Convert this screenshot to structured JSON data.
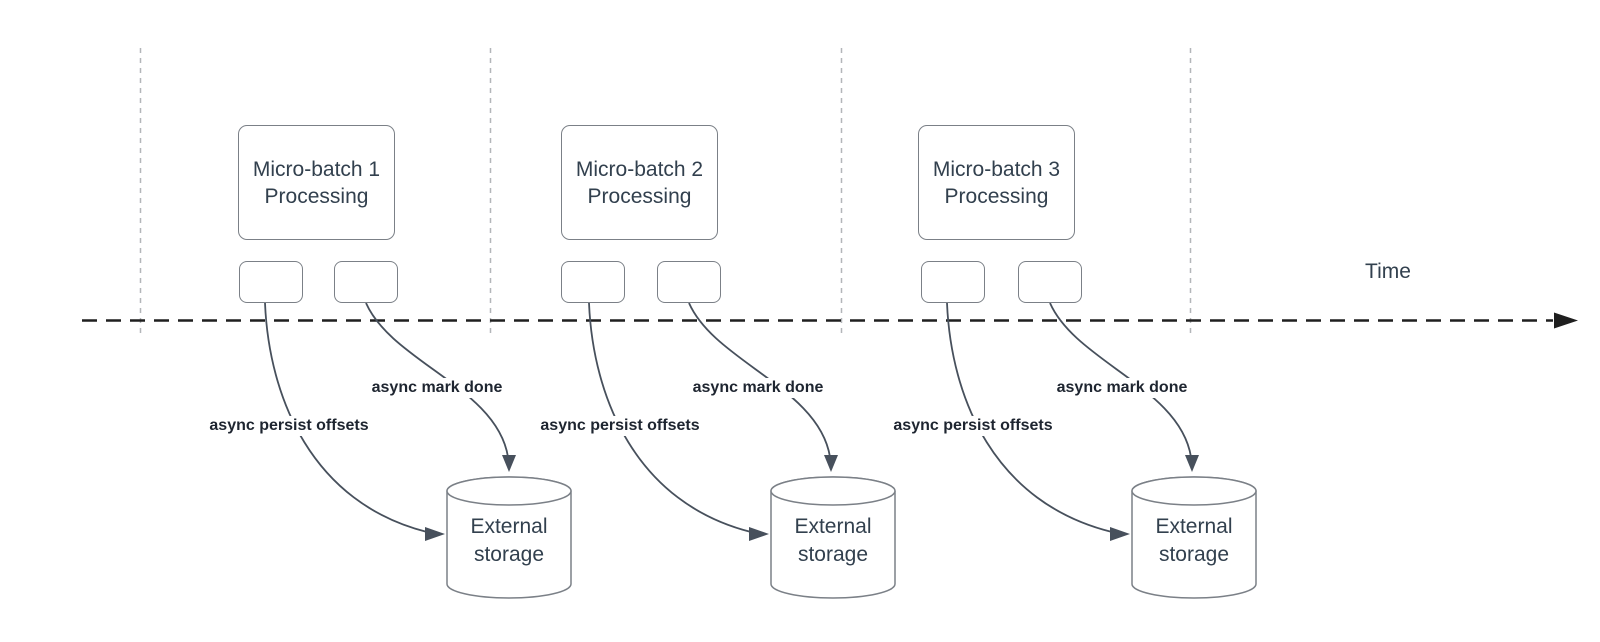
{
  "time_label": "Time",
  "batches": [
    {
      "title_line1": "Micro-batch 1",
      "title_line2": "Processing",
      "persist_label": "async persist offsets",
      "done_label": "async mark done",
      "storage_line1": "External",
      "storage_line2": "storage"
    },
    {
      "title_line1": "Micro-batch 2",
      "title_line2": "Processing",
      "persist_label": "async persist offsets",
      "done_label": "async mark done",
      "storage_line1": "External",
      "storage_line2": "storage"
    },
    {
      "title_line1": "Micro-batch 3",
      "title_line2": "Processing",
      "persist_label": "async persist offsets",
      "done_label": "async mark done",
      "storage_line1": "External",
      "storage_line2": "storage"
    }
  ],
  "colors": {
    "background": "#ffffff",
    "guide": "#b3b6b9",
    "timeline": "#1f1f1f",
    "connector": "#47505c",
    "shape_border": "#7b8087",
    "text": "#32404e",
    "label_text": "#1e2530"
  }
}
